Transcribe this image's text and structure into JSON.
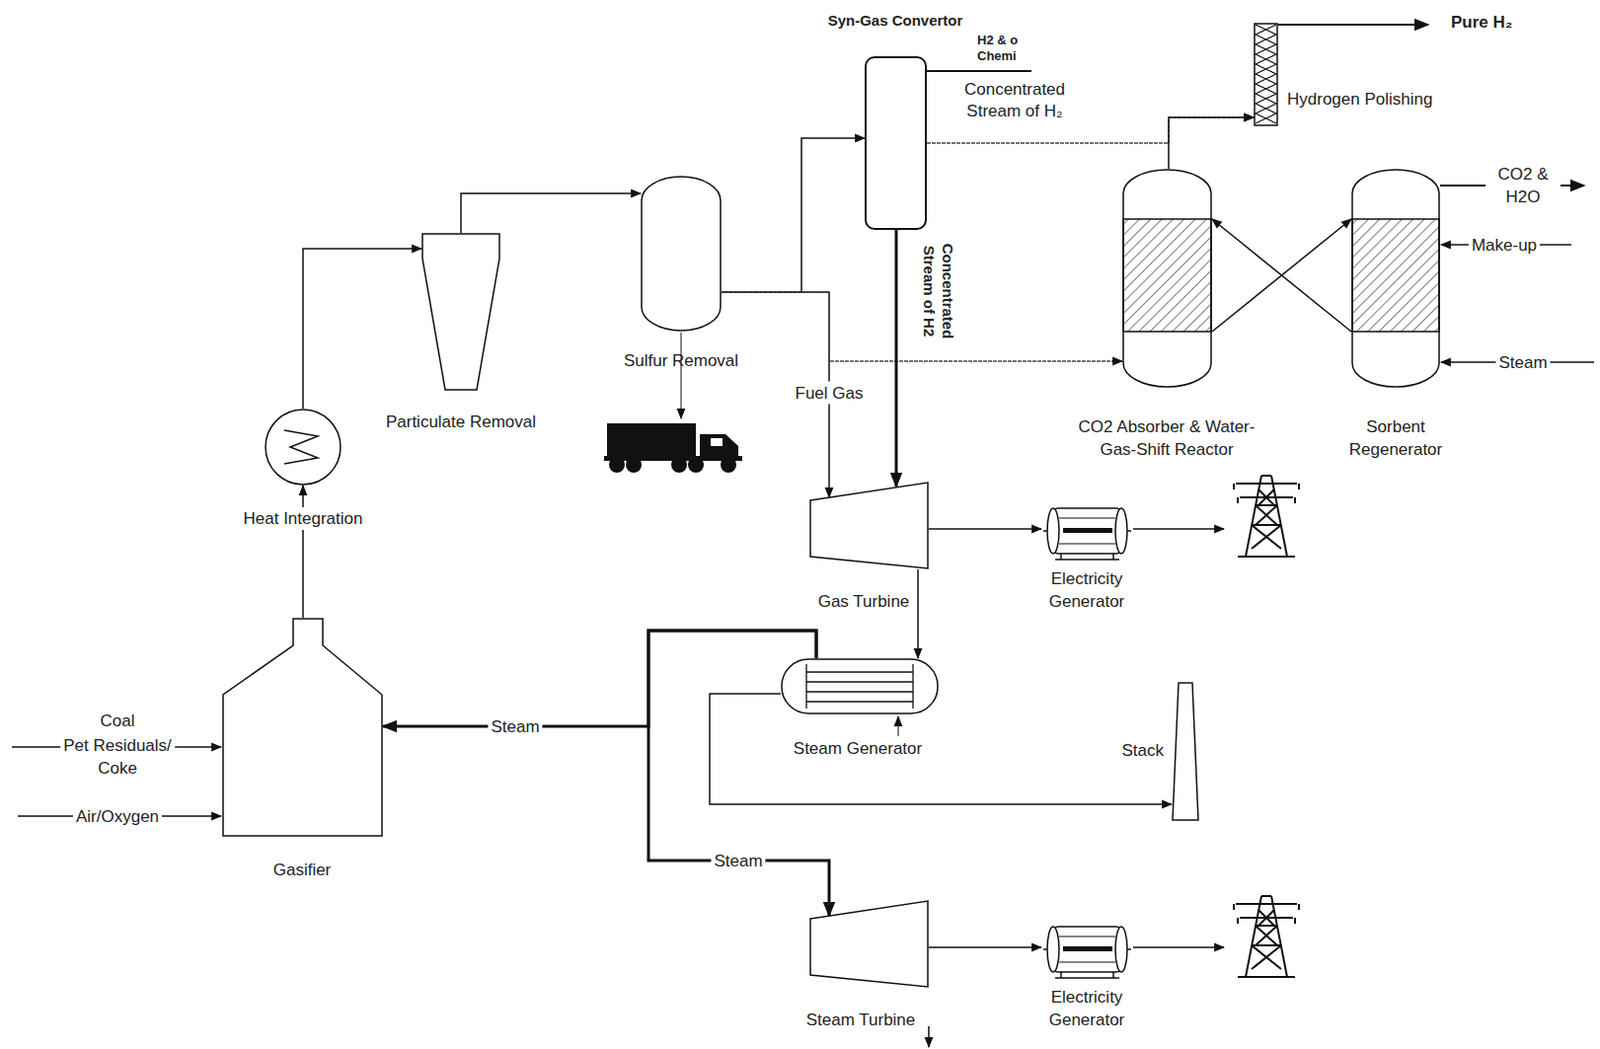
{
  "diagram": {
    "nodes": [
      {
        "text": [
          "Syn-Gas Convertor"
        ]
      },
      {
        "text": [
          "Hydrogen Polishing"
        ]
      },
      {
        "text": [
          "Sulfur Removal"
        ]
      },
      {
        "text": [
          "Particulate Removal"
        ]
      },
      {
        "text": [
          "CO2 Absorber & Water-Gas-Shift Reactor"
        ]
      },
      {
        "text": [
          "Sorbent Regenerator"
        ]
      },
      {
        "text": [
          "Heat Integration"
        ]
      },
      {
        "text": [
          "Gas Turbine"
        ]
      },
      {
        "text": [
          "Electricity Generator"
        ]
      },
      {
        "text": [
          "Steam Generator"
        ]
      },
      {
        "text": [
          "Stack"
        ]
      },
      {
        "text": [
          "Gasifier"
        ]
      },
      {
        "text": [
          "Steam Turbine"
        ]
      },
      {
        "text": [
          "Electricity Generator"
        ]
      }
    ],
    "edges": [
      {
        "from": 11,
        "to": 6,
        "arrow": "to"
      },
      {
        "from": 6,
        "to": 3,
        "arrow": "to"
      },
      {
        "from": 3,
        "to": 2,
        "arrow": "to"
      },
      {
        "from": 2,
        "to": 0,
        "arrow": "to"
      },
      {
        "from": 2,
        "to": 7,
        "label": "Fuel Gas",
        "arrow": "to"
      },
      {
        "from": 2,
        "to": 4,
        "arrow": "to"
      },
      {
        "from": 0,
        "to": 7,
        "arrow": "to"
      },
      {
        "from": 0,
        "to": 1,
        "arrow": "to"
      },
      {
        "from": 4,
        "to": 1,
        "arrow": "to"
      },
      {
        "from": 4,
        "to": 5,
        "arrow": "to"
      },
      {
        "from": 5,
        "to": 4,
        "arrow": "to"
      },
      {
        "from": 7,
        "to": 8,
        "arrow": "to"
      },
      {
        "from": 7,
        "to": 9,
        "arrow": "to"
      },
      {
        "from": 9,
        "to": 10,
        "arrow": "to"
      },
      {
        "from": 9,
        "to": 11,
        "label": "Steam",
        "arrow": "to"
      },
      {
        "from": 9,
        "to": 12,
        "label": "Steam",
        "arrow": "to"
      },
      {
        "from": 12,
        "to": 13,
        "arrow": "to"
      }
    ],
    "labels": [
      "H2 & o",
      "Chemi",
      "Concentrated Stream of H₂",
      "Pure H₂",
      "CO2 & H2O",
      "Make-up",
      "Steam",
      "Concentrated Stream of H2",
      "Coal",
      "Pet Residuals/",
      "Coke",
      "Air/Oxygen"
    ]
  }
}
